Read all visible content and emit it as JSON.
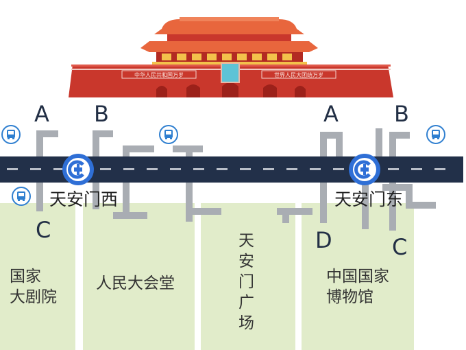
{
  "gate": {
    "left_banner": "中华人民共和国万岁",
    "right_banner": "世界人民大团结万岁"
  },
  "stations": {
    "west": {
      "name": "天安门西",
      "exits": {
        "a": "A",
        "b": "B",
        "c": "C"
      }
    },
    "east": {
      "name": "天安门东",
      "exits": {
        "a": "A",
        "b": "B",
        "c": "C",
        "d": "D"
      }
    }
  },
  "blocks": {
    "theater": "国家\n大剧院",
    "great_hall": "人民大会堂",
    "square": "天\n安\n门\n广\n场",
    "museum": "中国国家\n博物馆"
  },
  "icons": {
    "bus": "bus-icon",
    "metro": "beijing-subway-icon"
  },
  "colors": {
    "road": "#223049",
    "block": "#e1ecca",
    "walkway": "#a9adb3",
    "metro": "#2f6fd6",
    "bus": "#2f7fd0",
    "gate_red": "#c9372c",
    "roof": "#e8663d"
  }
}
